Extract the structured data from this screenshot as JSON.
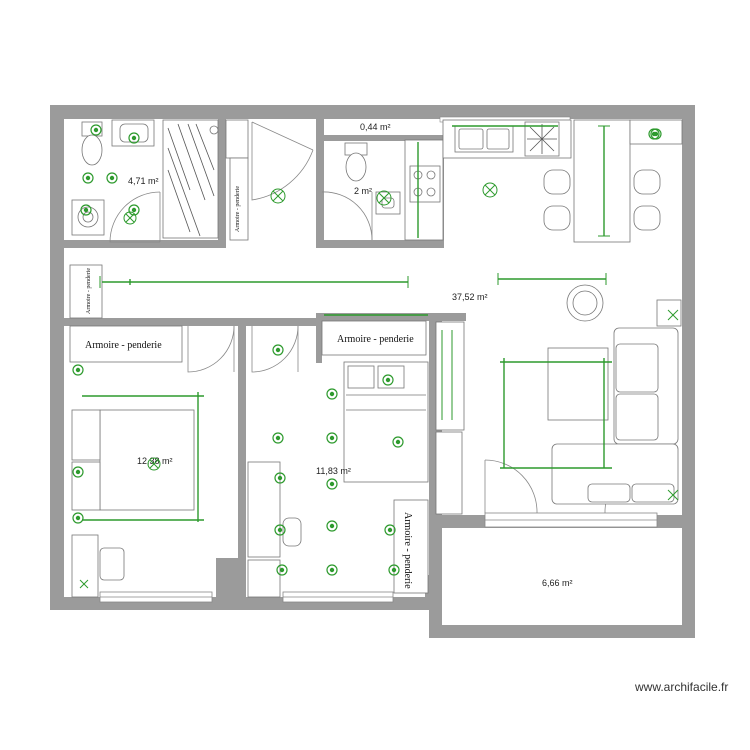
{
  "rooms": [
    {
      "id": "bathroom",
      "area": "4,71 m²"
    },
    {
      "id": "wc",
      "area": "2 m²"
    },
    {
      "id": "closet",
      "area": "0,44 m²"
    },
    {
      "id": "living",
      "area": "37,52 m²"
    },
    {
      "id": "bedroom1",
      "area": "12,38 m²"
    },
    {
      "id": "bedroom2",
      "area": "11,83 m²"
    },
    {
      "id": "balcony",
      "area": "6,66 m²"
    }
  ],
  "labels": {
    "armoire_penderie": "Armoire - penderie"
  },
  "watermark": "www.archifacile.fr",
  "colors": {
    "wall": "#9b9b9b",
    "electrical": "#2d9a2d",
    "fixture_stroke": "#777777"
  },
  "icons": {
    "light": "light-point-icon",
    "ceiling_light": "ceiling-light-cross-icon",
    "outlet": "outlet-icon",
    "radiator": "radiator-icon"
  }
}
